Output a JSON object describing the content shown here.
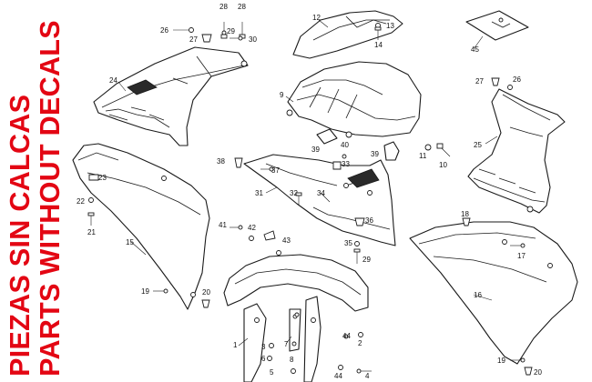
{
  "banner": {
    "line1": "PIEZAS SIN CALCAS",
    "line2": "PARTS WITHOUT DECALS",
    "color": "#e30613"
  },
  "callouts": [
    "1",
    "2",
    "3",
    "4",
    "5",
    "6",
    "7",
    "8",
    "9",
    "10",
    "11",
    "12",
    "13",
    "14",
    "15",
    "16",
    "17",
    "18",
    "19",
    "19",
    "20",
    "20",
    "21",
    "22",
    "23",
    "24",
    "25",
    "26",
    "26",
    "27",
    "27",
    "28",
    "28",
    "29",
    "29",
    "30",
    "31",
    "32",
    "33",
    "34",
    "35",
    "36",
    "37",
    "38",
    "39",
    "39",
    "40",
    "41",
    "42",
    "43",
    "44",
    "44",
    "45"
  ]
}
